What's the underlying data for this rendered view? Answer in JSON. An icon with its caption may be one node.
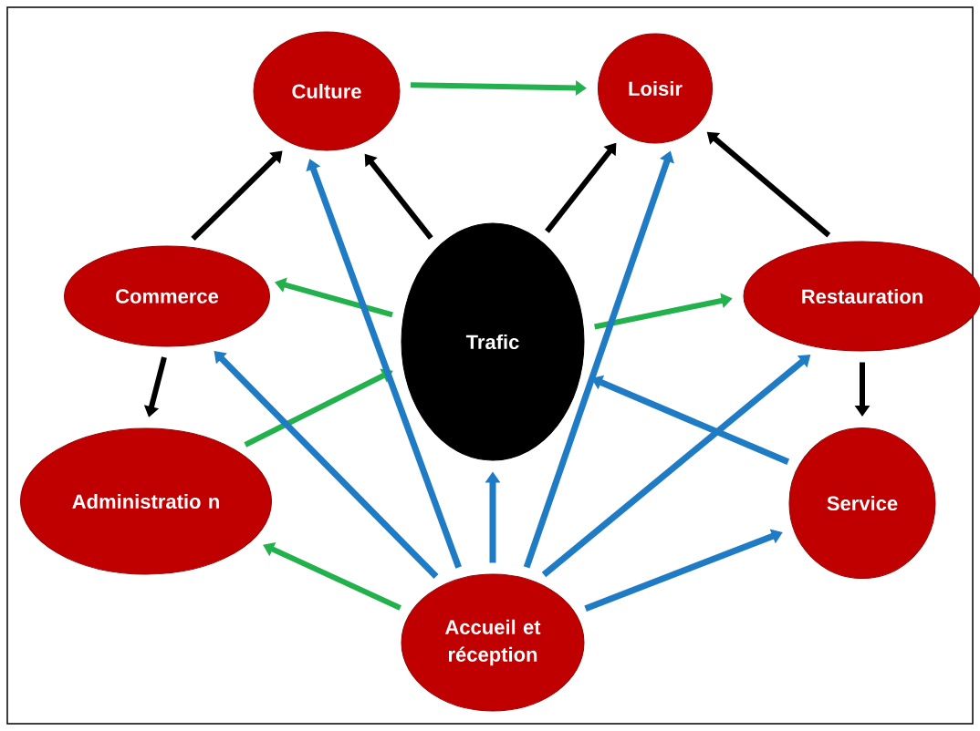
{
  "diagram": {
    "nodes": [
      {
        "text": [
          "Culture"
        ]
      },
      {
        "text": [
          "Loisir"
        ]
      },
      {
        "text": [
          "Commerce"
        ]
      },
      {
        "text": [
          "Trafic"
        ]
      },
      {
        "text": [
          "Restauration"
        ]
      },
      {
        "text": [
          "Administratio n"
        ]
      },
      {
        "text": [
          "Service"
        ]
      },
      {
        "text": [
          "Accueil et réception"
        ]
      }
    ],
    "edges": [
      {
        "from": 0,
        "to": 1,
        "arrow": "to",
        "color": "#22b14c"
      },
      {
        "from": 3,
        "to": 2,
        "arrow": "to",
        "color": "#22b14c"
      },
      {
        "from": 3,
        "to": 4,
        "arrow": "to",
        "color": "#22b14c"
      },
      {
        "from": 5,
        "to": 3,
        "arrow": "to",
        "color": "#22b14c"
      },
      {
        "from": 7,
        "to": 5,
        "arrow": "to",
        "color": "#22b14c"
      },
      {
        "from": 2,
        "to": 0,
        "arrow": "to",
        "color": "#000000"
      },
      {
        "from": 3,
        "to": 0,
        "arrow": "to",
        "color": "#000000"
      },
      {
        "from": 3,
        "to": 1,
        "arrow": "to",
        "color": "#000000"
      },
      {
        "from": 4,
        "to": 1,
        "arrow": "to",
        "color": "#000000"
      },
      {
        "from": 2,
        "to": 5,
        "arrow": "to",
        "color": "#000000"
      },
      {
        "from": 4,
        "to": 6,
        "arrow": "to",
        "color": "#000000"
      },
      {
        "from": 7,
        "to": 0,
        "arrow": "to"
      },
      {
        "from": 7,
        "to": 2,
        "arrow": "to"
      },
      {
        "from": 7,
        "to": 3,
        "arrow": "to"
      },
      {
        "from": 7,
        "to": 1,
        "arrow": "to"
      },
      {
        "from": 7,
        "to": 4,
        "arrow": "to"
      },
      {
        "from": 7,
        "to": 6,
        "arrow": "to"
      },
      {
        "from": 6,
        "to": 3,
        "arrow": "to"
      }
    ]
  }
}
